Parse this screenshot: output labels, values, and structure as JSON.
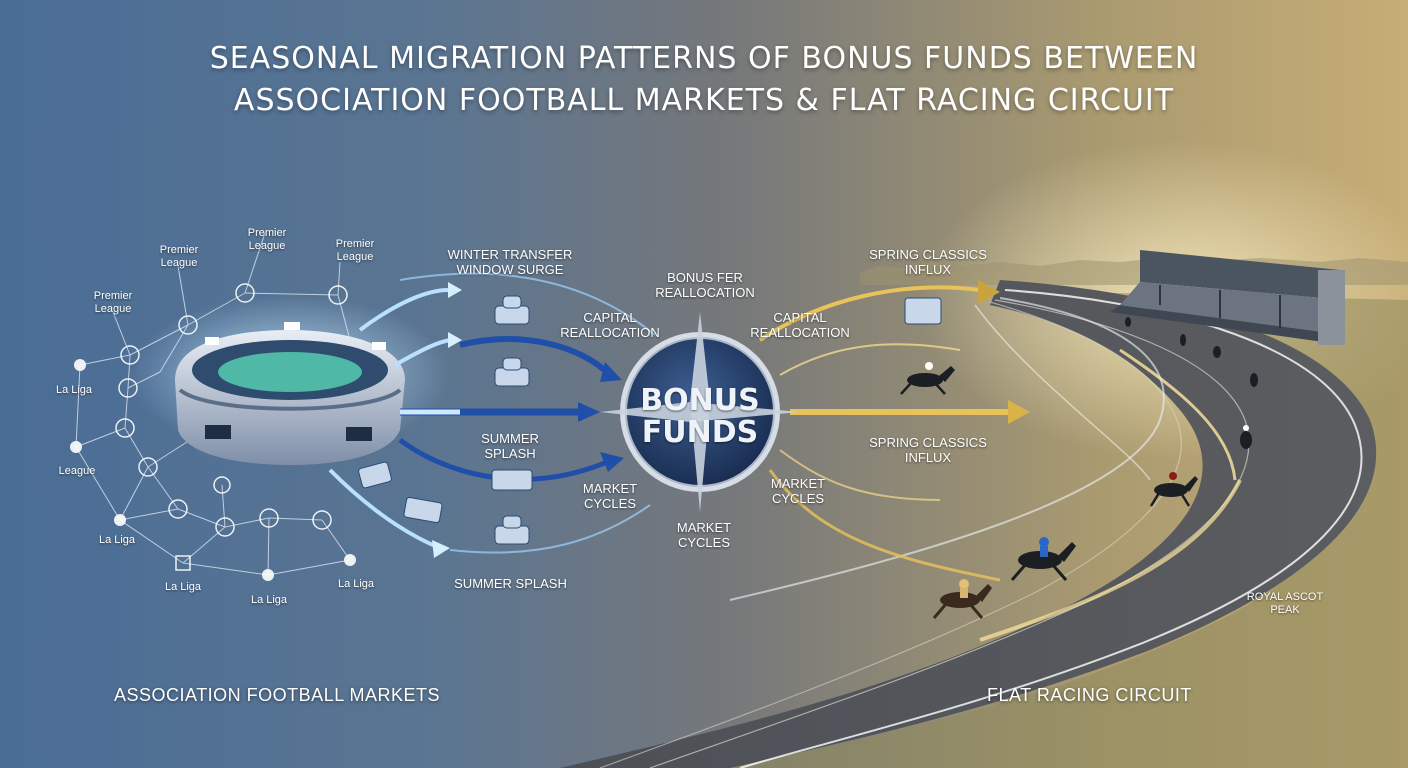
{
  "title": {
    "line1": "SEASONAL MIGRATION PATTERNS OF BONUS FUNDS BETWEEN",
    "line2": "ASSOCIATION FOOTBALL MARKETS & FLAT RACING CIRCUIT"
  },
  "football_network": {
    "nodes": [
      {
        "id": "n1",
        "label": "Premier League"
      },
      {
        "id": "n2",
        "label": "Premier League"
      },
      {
        "id": "n3",
        "label": "Premier League"
      },
      {
        "id": "n4",
        "label": "Premier League"
      },
      {
        "id": "n5",
        "label": "La Liga"
      },
      {
        "id": "n6",
        "label": "League"
      },
      {
        "id": "n7",
        "label": "La Liga"
      },
      {
        "id": "n8",
        "label": "La Liga"
      },
      {
        "id": "n9",
        "label": "La Liga"
      },
      {
        "id": "n10",
        "label": "La Liga"
      }
    ]
  },
  "flow_labels": {
    "winter_transfer": "WINTER TRANSFER WINDOW SURGE",
    "capital_left": "CAPITAL REALLOCATION",
    "summer_splash_mid": "SUMMER SPLASH",
    "market_cycles_left": "MARKET CYCLES",
    "summer_splash_bottom": "SUMMER SPLASH",
    "bonus_fer": "BONUS FER REALLOCATION",
    "market_cycles_center": "MARKET CYCLES",
    "spring_top": "SPRING CLASSICS INFLUX",
    "capital_right": "CAPITAL REALLOCATION",
    "spring_mid": "SPRING CLASSICS INFLUX",
    "market_cycles_right": "MARKET CYCLES",
    "royal_ascot": "ROYAL ASCOT PEAK"
  },
  "hub": {
    "line1": "BONUS",
    "line2": "FUNDS"
  },
  "footer": {
    "left": "ASSOCIATION FOOTBALL MARKETS",
    "right": "FLAT RACING CIRCUIT"
  },
  "colors": {
    "blue_flow": "#1f4fa8",
    "light_blue_flow": "#9fd3ff",
    "gold_flow": "#e8c25a",
    "hub_fill": "#263f6b"
  }
}
